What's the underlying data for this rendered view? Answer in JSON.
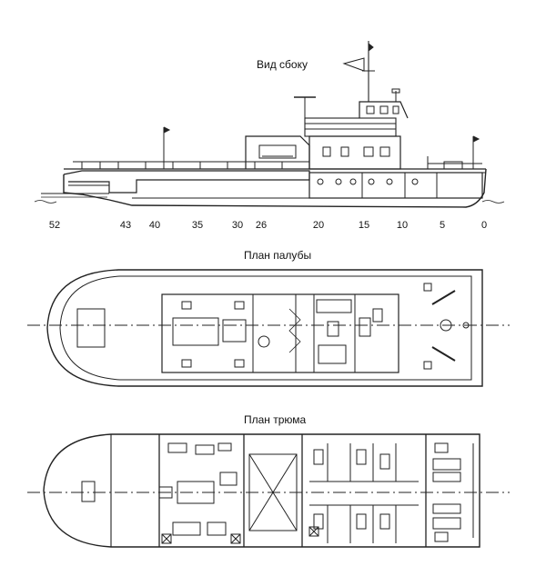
{
  "titles": {
    "side_view": "Вид сбоку",
    "deck_plan": "План палубы",
    "hold_plan": "План трюма"
  },
  "frame_numbers": [
    "52",
    "43",
    "40",
    "35",
    "30",
    "26",
    "20",
    "15",
    "10",
    "5",
    "0"
  ]
}
